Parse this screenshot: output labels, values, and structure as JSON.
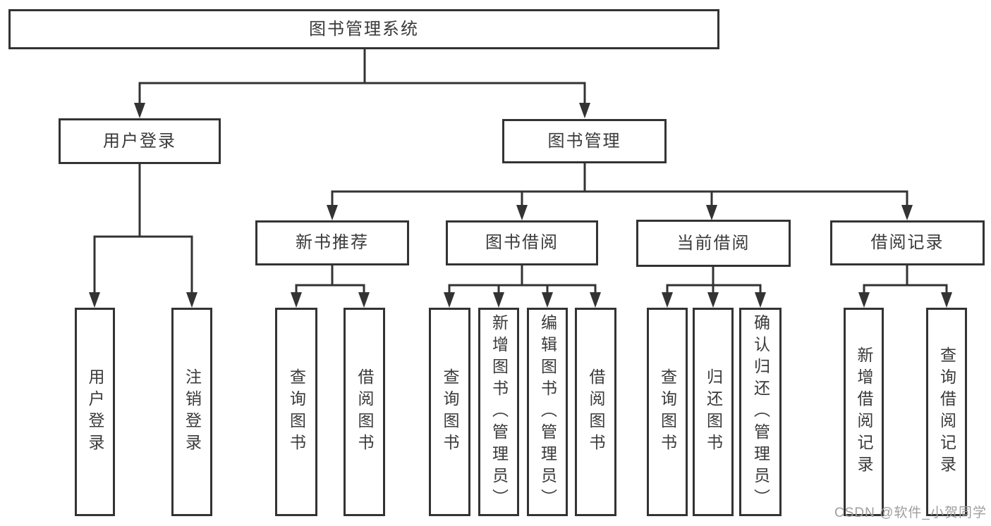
{
  "tree": {
    "label": "图书管理系统",
    "children": [
      {
        "label": "用户登录",
        "children": [
          {
            "label": "用户登录"
          },
          {
            "label": "注销登录"
          }
        ]
      },
      {
        "label": "图书管理",
        "children": [
          {
            "label": "新书推荐",
            "children": [
              {
                "label": "查询图书"
              },
              {
                "label": "借阅图书"
              }
            ]
          },
          {
            "label": "图书借阅",
            "children": [
              {
                "label": "查询图书"
              },
              {
                "label": "新增图书（管理员）"
              },
              {
                "label": "编辑图书（管理员）"
              },
              {
                "label": "借阅图书"
              }
            ]
          },
          {
            "label": "当前借阅",
            "children": [
              {
                "label": "查询图书"
              },
              {
                "label": "归还图书"
              },
              {
                "label": "确认归还（管理员）"
              }
            ]
          },
          {
            "label": "借阅记录",
            "children": [
              {
                "label": "新增借阅记录"
              },
              {
                "label": "查询借阅记录"
              }
            ]
          }
        ]
      }
    ]
  },
  "watermark": {
    "text": "CSDN @软件_小贺同学"
  },
  "colors": {
    "line": "#333333",
    "node_border": "#333333",
    "node_background": "#ffffff",
    "text": "#3a3a3a",
    "watermark_text": "#9e9e9e",
    "page_background": "#ffffff"
  }
}
